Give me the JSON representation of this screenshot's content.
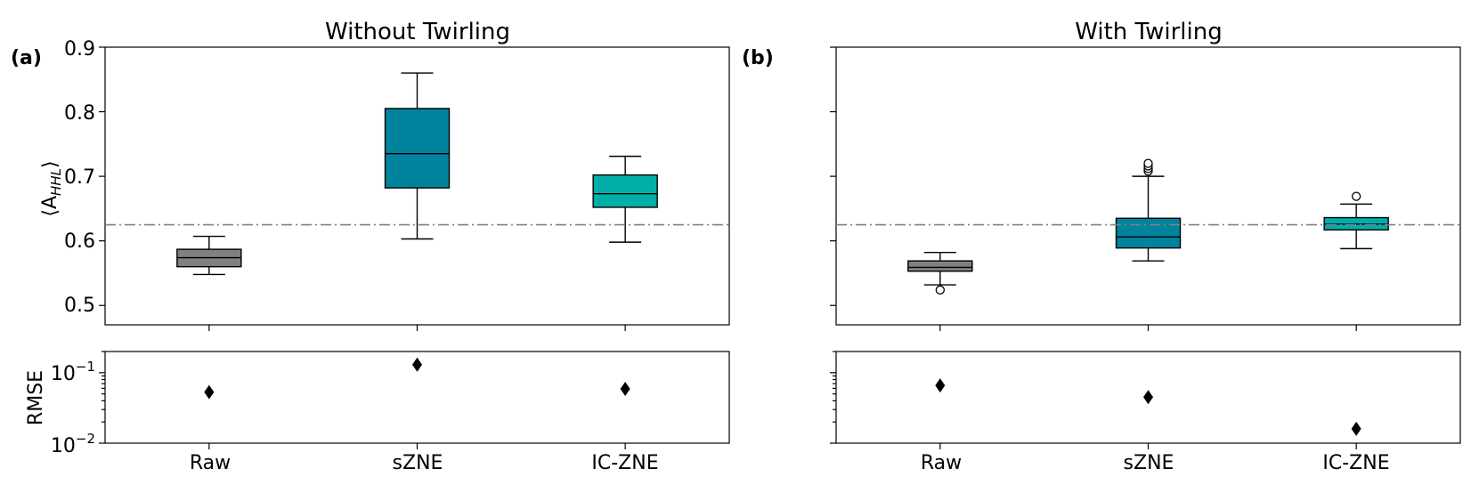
{
  "chart_data": [
    {
      "type": "box",
      "panel": "(a)",
      "title": "Without Twirling",
      "ylabel": "⟨A_HHL⟩",
      "ylabel_main": "⟨A",
      "ylabel_sub": "HHL",
      "ylabel_close": "⟩",
      "ylim": [
        0.47,
        0.9
      ],
      "yticks": [
        0.5,
        0.6,
        0.7,
        0.8,
        0.9
      ],
      "ytick_labels": [
        "0.5",
        "0.6",
        "0.7",
        "0.8",
        "0.9"
      ],
      "reference_line": 0.625,
      "categories": [
        "Raw",
        "sZNE",
        "IC-ZNE"
      ],
      "colors": [
        "#808080",
        "#00839c",
        "#00b0a8"
      ],
      "boxes": [
        {
          "whislo": 0.548,
          "q1": 0.56,
          "med": 0.574,
          "q3": 0.587,
          "whishi": 0.607,
          "fliers": []
        },
        {
          "whislo": 0.603,
          "q1": 0.682,
          "med": 0.735,
          "q3": 0.805,
          "whishi": 0.86,
          "fliers": []
        },
        {
          "whislo": 0.598,
          "q1": 0.652,
          "med": 0.673,
          "q3": 0.702,
          "whishi": 0.731,
          "fliers": []
        }
      ],
      "rmse": {
        "ylabel": "RMSE",
        "scale": "log",
        "ylim": [
          0.01,
          0.2
        ],
        "ytick_labels": [
          {
            "base": "10",
            "exp": "−1"
          },
          {
            "base": "10",
            "exp": "−2"
          }
        ],
        "values": [
          0.053,
          0.13,
          0.059
        ],
        "marker": "diamond"
      }
    },
    {
      "type": "box",
      "panel": "(b)",
      "title": "With Twirling",
      "ylim": [
        0.47,
        0.9
      ],
      "reference_line": 0.625,
      "categories": [
        "Raw",
        "sZNE",
        "IC-ZNE"
      ],
      "colors": [
        "#808080",
        "#00839c",
        "#00b0a8"
      ],
      "boxes": [
        {
          "whislo": 0.532,
          "q1": 0.553,
          "med": 0.559,
          "q3": 0.569,
          "whishi": 0.582,
          "fliers": [
            0.524
          ]
        },
        {
          "whislo": 0.569,
          "q1": 0.589,
          "med": 0.606,
          "q3": 0.635,
          "whishi": 0.7,
          "fliers": [
            0.708,
            0.712,
            0.716,
            0.72
          ]
        },
        {
          "whislo": 0.588,
          "q1": 0.617,
          "med": 0.626,
          "q3": 0.636,
          "whishi": 0.657,
          "fliers": [
            0.669
          ]
        }
      ],
      "rmse": {
        "scale": "log",
        "ylim": [
          0.01,
          0.2
        ],
        "values": [
          0.066,
          0.045,
          0.016
        ],
        "marker": "diamond"
      }
    }
  ]
}
